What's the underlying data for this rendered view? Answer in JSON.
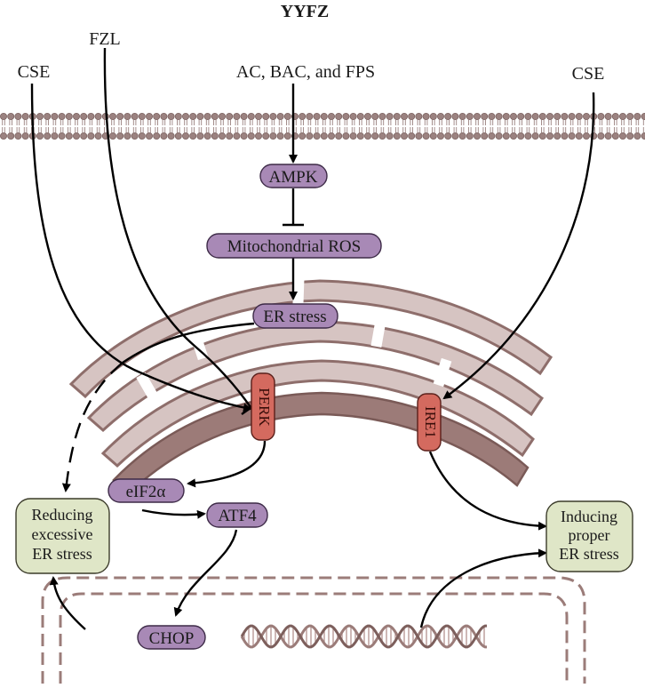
{
  "diagram": {
    "title": "YYFZ",
    "inputs": {
      "cse_left": "CSE",
      "fzl": "FZL",
      "ac_bac_fps": "AC, BAC, and FPS",
      "cse_right": "CSE"
    },
    "nodes": {
      "ampk": "AMPK",
      "mito_ros": "Mitochondrial ROS",
      "er_stress": "ER stress",
      "perk": "PERK",
      "ire1": "IRE1",
      "eif2a": "eIF2α",
      "atf4": "ATF4",
      "chop": "CHOP"
    },
    "outcomes": {
      "reducing": [
        "Reducing",
        "excessive",
        "ER stress"
      ],
      "inducing": [
        "Inducing",
        "proper",
        "ER stress"
      ]
    },
    "colors": {
      "node_purple": "#a889b6",
      "node_red": "#d46a5f",
      "outcome_green": "#dfe6c7",
      "membrane": "#9b8280",
      "er_fill": "#d6c4c2",
      "er_dark": "#8e6e6b",
      "nucleus": "#9b7c79"
    },
    "icons": [
      "lipid-bilayer-membrane",
      "endoplasmic-reticulum",
      "nuclear-envelope",
      "dna-double-helix"
    ]
  }
}
